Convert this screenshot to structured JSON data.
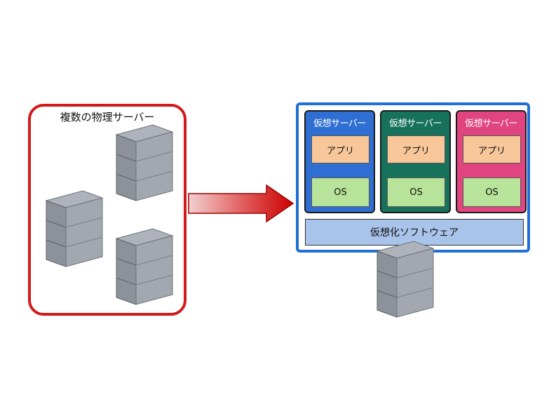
{
  "physical_group": {
    "title": "複数の物理サーバー",
    "border_color": "#d21a1a",
    "server_count": 3
  },
  "arrow": {
    "direction": "right",
    "color_start": "#f2d0d0",
    "color_end": "#cc0000"
  },
  "virtualized_host": {
    "border_color": "#1f6fd6",
    "vms": [
      {
        "label": "仮想サーバー",
        "app": "アプリ",
        "os": "OS",
        "color": "#2f6fd3"
      },
      {
        "label": "仮想サーバー",
        "app": "アプリ",
        "os": "OS",
        "color": "#17725b"
      },
      {
        "label": "仮想サーバー",
        "app": "アプリ",
        "os": "OS",
        "color": "#e0457f"
      }
    ],
    "app_color": "#f7c79a",
    "os_color": "#b8e39a",
    "virtualization_software": "仮想化ソフトウェア",
    "virtualization_color": "#a9c4ea"
  },
  "icons": {
    "server": "server-tower-icon",
    "arrow": "right-arrow-icon"
  }
}
